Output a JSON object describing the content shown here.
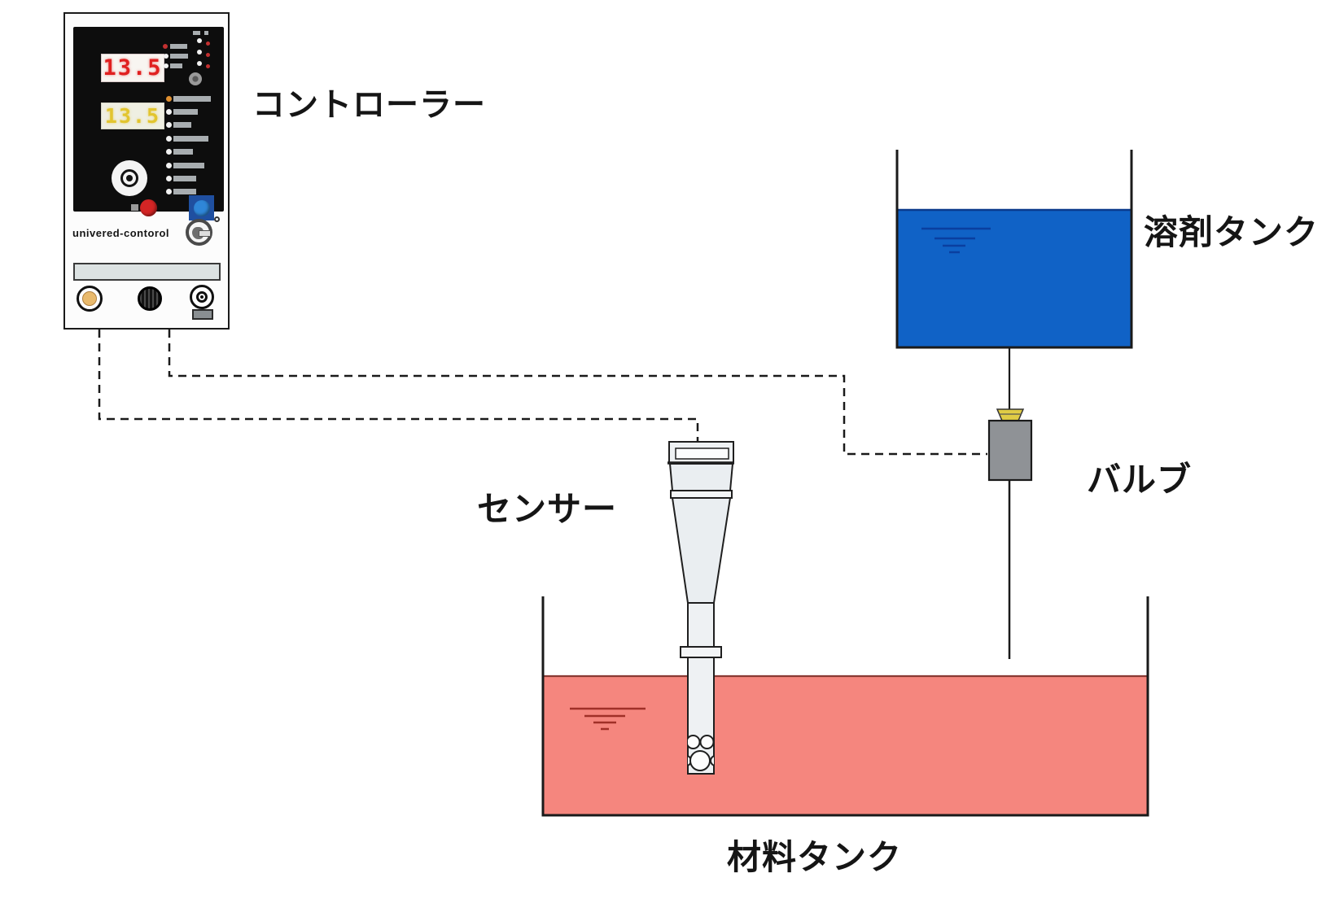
{
  "labels": {
    "controller": "コントローラー",
    "sensor": "センサー",
    "valve": "バルブ",
    "solvent_tank": "溶剤タンク",
    "material_tank": "材料タンク"
  },
  "controller": {
    "display_primary": "13.5",
    "display_secondary": "13.5",
    "brand_text": "univered-contorol"
  },
  "colors": {
    "solvent_liquid": "#1062c6",
    "solvent_liquid_edge": "#0a3a8c",
    "material_liquid": "#f5867e",
    "material_liquid_edge": "#8a3a34",
    "display_primary_text": "#e02020",
    "display_secondary_text": "#e2c52f",
    "run_button": "#d42525",
    "set_button": "#2f86d8",
    "valve_body": "#8f9296",
    "valve_cap": "#e0cc45",
    "connector_socket": "#e9ba6d",
    "outline": "#1a1a1a"
  }
}
